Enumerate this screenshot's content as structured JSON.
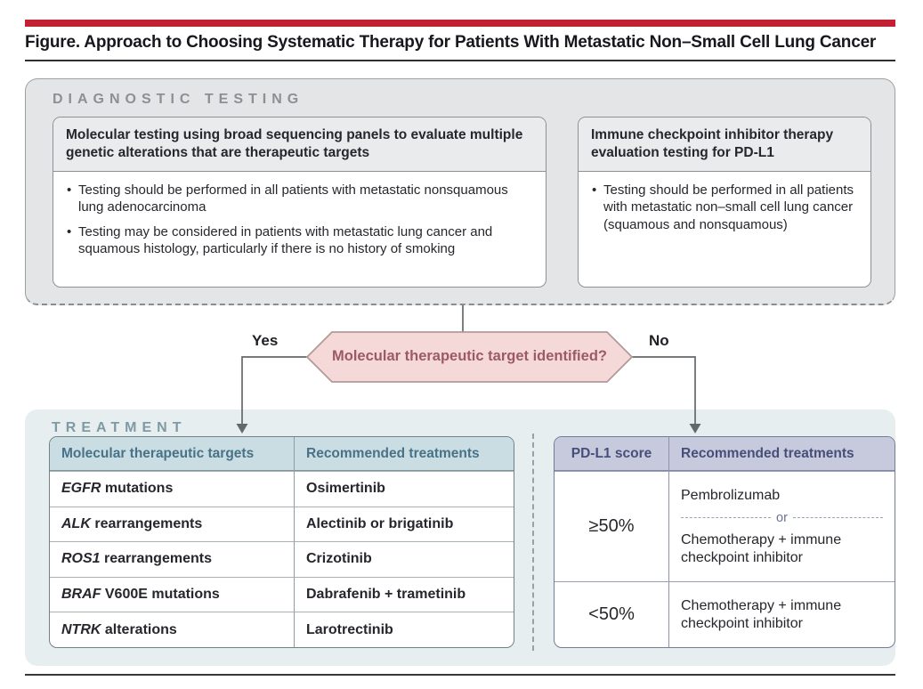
{
  "palette": {
    "accent_red": "#c32033",
    "diagnostic_bg": "#e4e5e7",
    "hexagon_fill": "#f5d9d9",
    "hexagon_border": "#b29a9a",
    "hexagon_text": "#9c5a64",
    "treatment_bg": "#e7eef0",
    "targets_header_bg": "#cadde3",
    "targets_header_text": "#477288",
    "pdl1_header_bg": "#c7c9dd",
    "pdl1_header_text": "#454f79"
  },
  "figure": {
    "title": "Figure. Approach to Choosing Systematic Therapy for Patients With Metastatic Non–Small Cell Lung Cancer"
  },
  "diagnostic": {
    "section_label": "DIAGNOSTIC TESTING",
    "molecular_box": {
      "header": "Molecular testing using broad sequencing panels to evaluate multiple genetic alterations that are therapeutic targets",
      "bullets": [
        "Testing should be performed in all patients with metastatic nonsquamous lung adenocarcinoma",
        "Testing may be considered in patients with metastatic lung cancer and squamous histology, particularly if there is no history of smoking"
      ]
    },
    "immune_box": {
      "header": "Immune checkpoint inhibitor therapy evaluation testing for PD-L1",
      "bullets": [
        "Testing should be performed in all patients with metastatic non–small cell lung cancer (squamous and nonsquamous)"
      ]
    }
  },
  "decision": {
    "question": "Molecular therapeutic target identified?",
    "yes_label": "Yes",
    "no_label": "No"
  },
  "treatment": {
    "section_label": "TREATMENT",
    "targets_table": {
      "headers": [
        "Molecular therapeutic targets",
        "Recommended treatments"
      ],
      "rows": [
        {
          "gene": "EGFR",
          "suffix": " mutations",
          "treatment": "Osimertinib"
        },
        {
          "gene": "ALK",
          "suffix": " rearrangements",
          "treatment": "Alectinib or brigatinib"
        },
        {
          "gene": "ROS1",
          "suffix": " rearrangements",
          "treatment": "Crizotinib"
        },
        {
          "gene": "BRAF",
          "suffix": " V600E mutations",
          "treatment": "Dabrafenib + trametinib"
        },
        {
          "gene": "NTRK",
          "suffix": " alterations",
          "treatment": "Larotrectinib"
        }
      ]
    },
    "pdl1_table": {
      "headers": [
        "PD-L1 score",
        "Recommended treatments"
      ],
      "rows": [
        {
          "score": "≥50%",
          "option_a": "Pembrolizumab",
          "separator": "or",
          "option_b": "Chemotherapy + immune checkpoint inhibitor"
        },
        {
          "score": "<50%",
          "option_a": "Chemotherapy + immune checkpoint inhibitor"
        }
      ]
    }
  }
}
